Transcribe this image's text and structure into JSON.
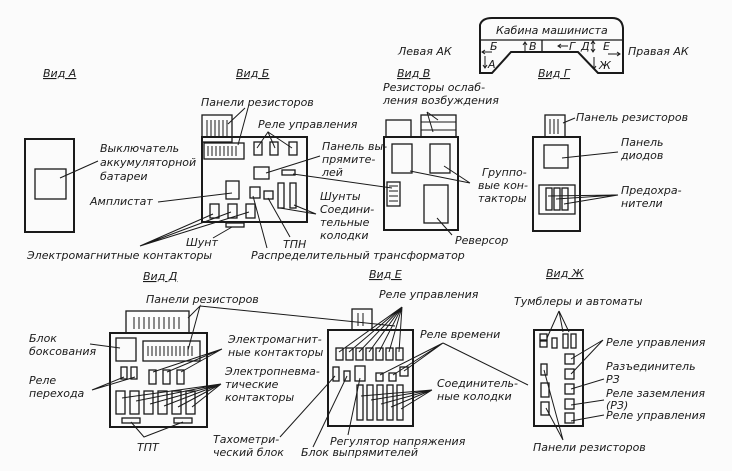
{
  "cab": {
    "title": "Кабина машиниста",
    "left": "Левая АК",
    "right": "Правая АК",
    "arrows": {
      "A": "А",
      "B": "Б",
      "V": "В",
      "G": "Г",
      "D": "Д",
      "E": "Е",
      "Zh": "Ж"
    }
  },
  "viewA": {
    "title": "Вид А",
    "labels": [
      "Выключатель",
      "аккумуляторной",
      "батареи"
    ]
  },
  "viewB": {
    "title": "Вид Б",
    "resistor_panels": "Панели резисторов",
    "control_relays": "Реле управления",
    "rectifier_panel": [
      "Панель вы-",
      "прямите-",
      "лей"
    ],
    "amplistat": "Амплистат",
    "shunts": "Шунты",
    "connectors": [
      "Соедини-",
      "тельные",
      "колодки"
    ],
    "shunt": "Шунт",
    "tpn": "ТПН",
    "em_contactors": "Электромагнитные контакторы",
    "transformer": "Распределительный трансформатор"
  },
  "viewV": {
    "title": "Вид В",
    "field_resistors": [
      "Резисторы ослаб-",
      "ления возбуждения"
    ],
    "group_contactors": [
      "Группо-",
      "вые кон-",
      "такторы"
    ],
    "reverser": "Реверсор"
  },
  "viewG": {
    "title": "Вид Г",
    "resistor_panel": "Панель резисторов",
    "diode_panel": [
      "Панель",
      "диодов"
    ],
    "fuses": [
      "Предохра-",
      "нители"
    ]
  },
  "viewD": {
    "title": "Вид Д",
    "resistor_panels": "Панели резисторов",
    "boxing_block": [
      "Блок",
      "боксования"
    ],
    "transition_relay": [
      "Реле",
      "перехода"
    ],
    "em_contactors": [
      "Электромагнит-",
      "ные контакторы"
    ],
    "ep_contactors": [
      "Электропневма-",
      "тические",
      "контакторы"
    ],
    "tpt": "ТПТ",
    "tacho_block": [
      "Тахометри-",
      "ческий блок"
    ]
  },
  "viewE": {
    "title": "Вид Е",
    "control_relays": "Реле управления",
    "time_relays": "Реле времени",
    "connectors": [
      "Соединитель-",
      "ные колодки"
    ],
    "voltage_regulator": "Регулятор напряжения",
    "rectifier_block": "Блок выпрямителей"
  },
  "viewZh": {
    "title": "Вид Ж",
    "toggles": "Тумблеры и автоматы",
    "control_relays_1": "Реле управления",
    "disconnector": [
      "Разъединитель",
      "РЗ"
    ],
    "ground_relay": [
      "Реле заземления",
      "(РЗ)"
    ],
    "control_relays_2": "Реле управления",
    "resistor_panels": "Панели резисторов"
  }
}
